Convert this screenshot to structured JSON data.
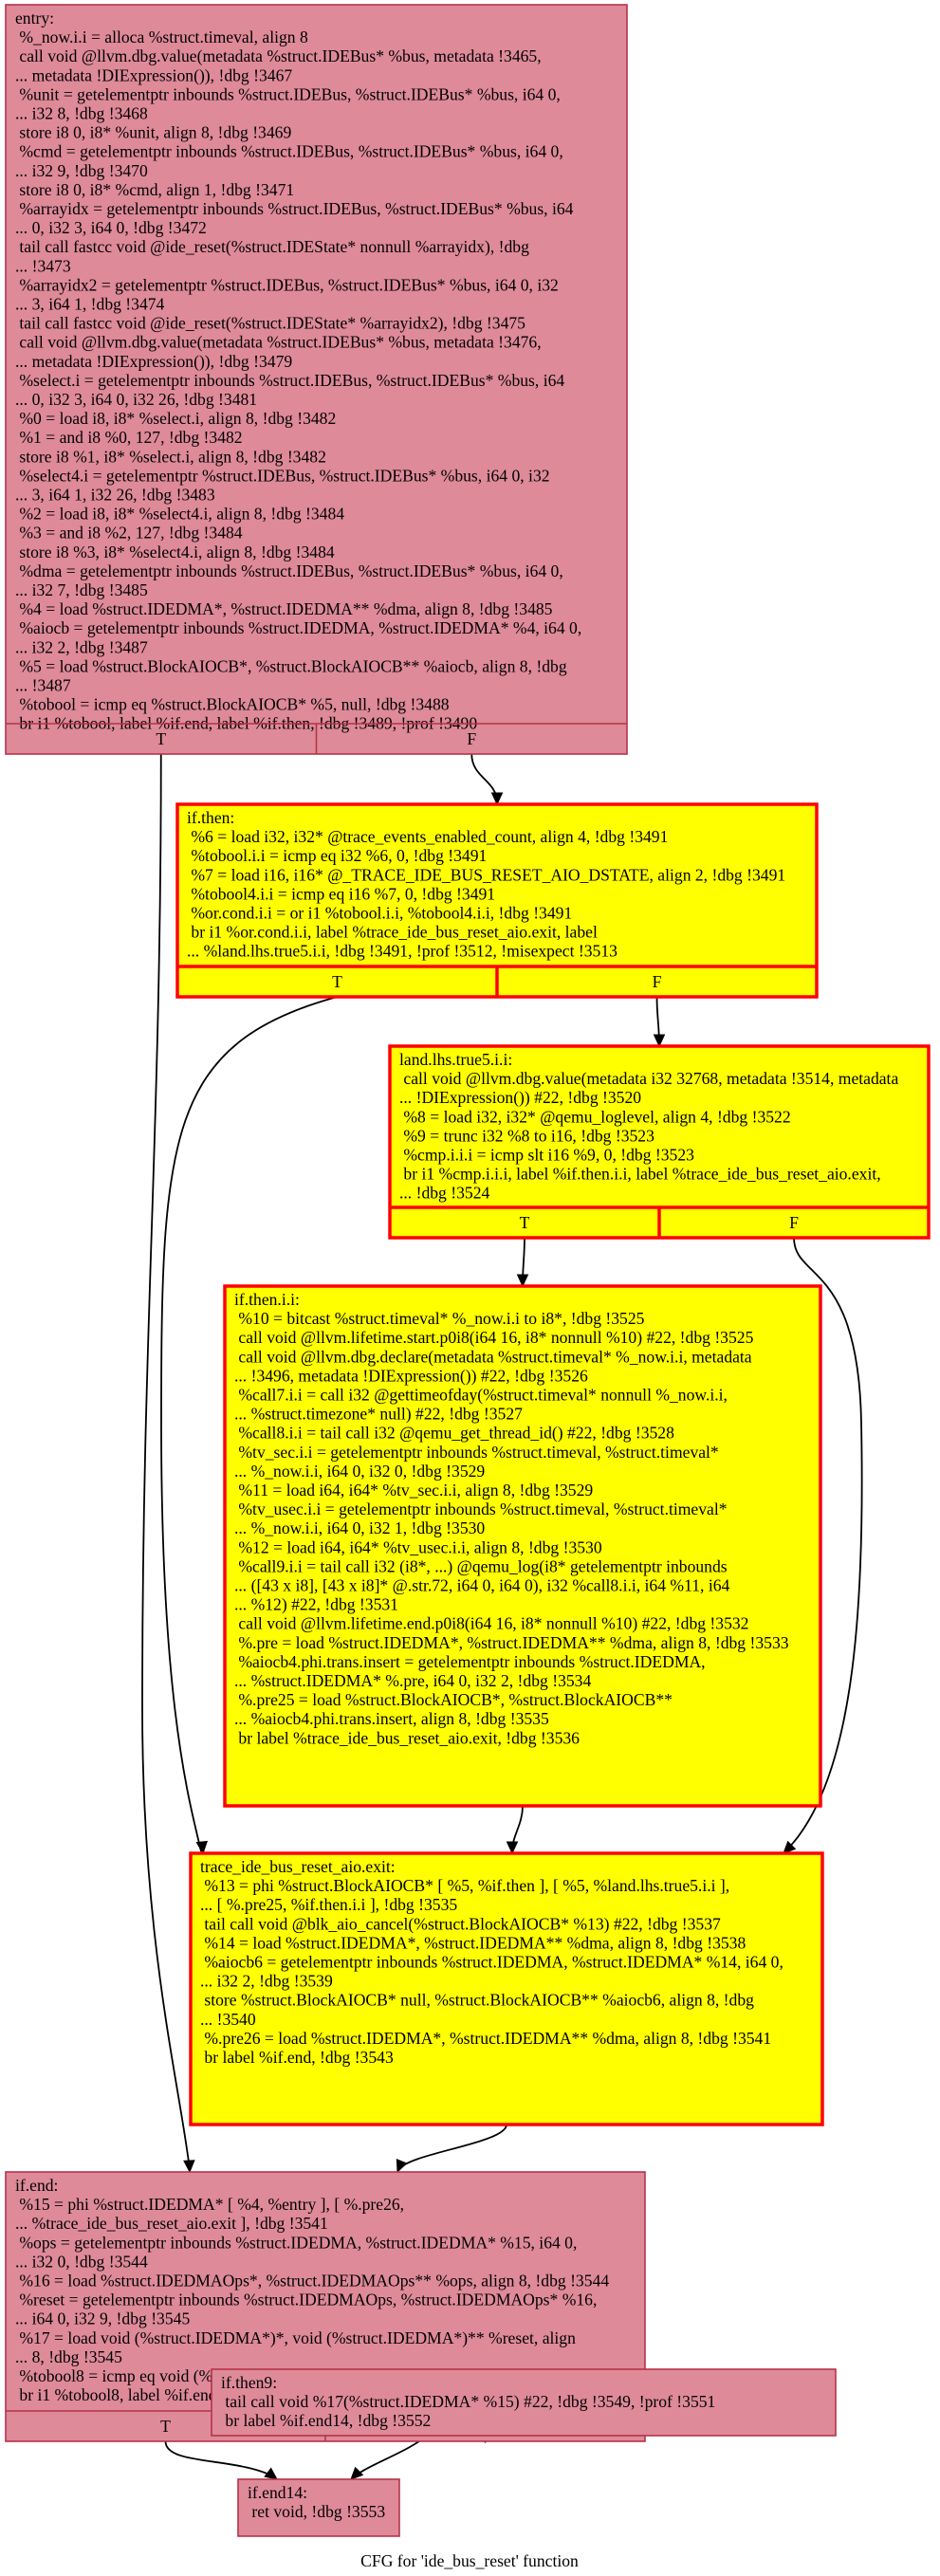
{
  "graph_title": "CFG for 'ide_bus_reset' function",
  "colors": {
    "cold_fill": "#de8a99",
    "cold_stroke": "#b63248",
    "hot_fill": "#ffff00",
    "hot_stroke": "#ff0000",
    "edge": "#000000",
    "text": "#000000"
  },
  "nodes": [
    {
      "id": "entry",
      "style": "cold",
      "branches": [
        "T",
        "F"
      ],
      "lines": [
        "entry:",
        " %_now.i.i = alloca %struct.timeval, align 8",
        " call void @llvm.dbg.value(metadata %struct.IDEBus* %bus, metadata !3465,",
        "... metadata !DIExpression()), !dbg !3467",
        " %unit = getelementptr inbounds %struct.IDEBus, %struct.IDEBus* %bus, i64 0,",
        "... i32 8, !dbg !3468",
        " store i8 0, i8* %unit, align 8, !dbg !3469",
        " %cmd = getelementptr inbounds %struct.IDEBus, %struct.IDEBus* %bus, i64 0,",
        "... i32 9, !dbg !3470",
        " store i8 0, i8* %cmd, align 1, !dbg !3471",
        " %arrayidx = getelementptr inbounds %struct.IDEBus, %struct.IDEBus* %bus, i64",
        "... 0, i32 3, i64 0, !dbg !3472",
        " tail call fastcc void @ide_reset(%struct.IDEState* nonnull %arrayidx), !dbg",
        "... !3473",
        " %arrayidx2 = getelementptr %struct.IDEBus, %struct.IDEBus* %bus, i64 0, i32",
        "... 3, i64 1, !dbg !3474",
        " tail call fastcc void @ide_reset(%struct.IDEState* %arrayidx2), !dbg !3475",
        " call void @llvm.dbg.value(metadata %struct.IDEBus* %bus, metadata !3476,",
        "... metadata !DIExpression()), !dbg !3479",
        " %select.i = getelementptr inbounds %struct.IDEBus, %struct.IDEBus* %bus, i64",
        "... 0, i32 3, i64 0, i32 26, !dbg !3481",
        " %0 = load i8, i8* %select.i, align 8, !dbg !3482",
        " %1 = and i8 %0, 127, !dbg !3482",
        " store i8 %1, i8* %select.i, align 8, !dbg !3482",
        " %select4.i = getelementptr %struct.IDEBus, %struct.IDEBus* %bus, i64 0, i32",
        "... 3, i64 1, i32 26, !dbg !3483",
        " %2 = load i8, i8* %select4.i, align 8, !dbg !3484",
        " %3 = and i8 %2, 127, !dbg !3484",
        " store i8 %3, i8* %select4.i, align 8, !dbg !3484",
        " %dma = getelementptr inbounds %struct.IDEBus, %struct.IDEBus* %bus, i64 0,",
        "... i32 7, !dbg !3485",
        " %4 = load %struct.IDEDMA*, %struct.IDEDMA** %dma, align 8, !dbg !3485",
        " %aiocb = getelementptr inbounds %struct.IDEDMA, %struct.IDEDMA* %4, i64 0,",
        "... i32 2, !dbg !3487",
        " %5 = load %struct.BlockAIOCB*, %struct.BlockAIOCB** %aiocb, align 8, !dbg",
        "... !3487",
        " %tobool = icmp eq %struct.BlockAIOCB* %5, null, !dbg !3488",
        " br i1 %tobool, label %if.end, label %if.then, !dbg !3489, !prof !3490"
      ]
    },
    {
      "id": "if.then",
      "style": "hot",
      "branches": [
        "T",
        "F"
      ],
      "lines": [
        "if.then:",
        " %6 = load i32, i32* @trace_events_enabled_count, align 4, !dbg !3491",
        " %tobool.i.i = icmp eq i32 %6, 0, !dbg !3491",
        " %7 = load i16, i16* @_TRACE_IDE_BUS_RESET_AIO_DSTATE, align 2, !dbg !3491",
        " %tobool4.i.i = icmp eq i16 %7, 0, !dbg !3491",
        " %or.cond.i.i = or i1 %tobool.i.i, %tobool4.i.i, !dbg !3491",
        " br i1 %or.cond.i.i, label %trace_ide_bus_reset_aio.exit, label",
        "... %land.lhs.true5.i.i, !dbg !3491, !prof !3512, !misexpect !3513"
      ]
    },
    {
      "id": "land.lhs.true5.i.i",
      "style": "hot",
      "branches": [
        "T",
        "F"
      ],
      "lines": [
        "land.lhs.true5.i.i:",
        " call void @llvm.dbg.value(metadata i32 32768, metadata !3514, metadata",
        "... !DIExpression()) #22, !dbg !3520",
        " %8 = load i32, i32* @qemu_loglevel, align 4, !dbg !3522",
        " %9 = trunc i32 %8 to i16, !dbg !3523",
        " %cmp.i.i.i = icmp slt i16 %9, 0, !dbg !3523",
        " br i1 %cmp.i.i.i, label %if.then.i.i, label %trace_ide_bus_reset_aio.exit,",
        "... !dbg !3524"
      ]
    },
    {
      "id": "if.then.i.i",
      "style": "hot",
      "branches": [],
      "lines": [
        "if.then.i.i:",
        " %10 = bitcast %struct.timeval* %_now.i.i to i8*, !dbg !3525",
        " call void @llvm.lifetime.start.p0i8(i64 16, i8* nonnull %10) #22, !dbg !3525",
        " call void @llvm.dbg.declare(metadata %struct.timeval* %_now.i.i, metadata",
        "... !3496, metadata !DIExpression()) #22, !dbg !3526",
        " %call7.i.i = call i32 @gettimeofday(%struct.timeval* nonnull %_now.i.i,",
        "... %struct.timezone* null) #22, !dbg !3527",
        " %call8.i.i = tail call i32 @qemu_get_thread_id() #22, !dbg !3528",
        " %tv_sec.i.i = getelementptr inbounds %struct.timeval, %struct.timeval*",
        "... %_now.i.i, i64 0, i32 0, !dbg !3529",
        " %11 = load i64, i64* %tv_sec.i.i, align 8, !dbg !3529",
        " %tv_usec.i.i = getelementptr inbounds %struct.timeval, %struct.timeval*",
        "... %_now.i.i, i64 0, i32 1, !dbg !3530",
        " %12 = load i64, i64* %tv_usec.i.i, align 8, !dbg !3530",
        " %call9.i.i = tail call i32 (i8*, ...) @qemu_log(i8* getelementptr inbounds",
        "... ([43 x i8], [43 x i8]* @.str.72, i64 0, i64 0), i32 %call8.i.i, i64 %11, i64",
        "... %12) #22, !dbg !3531",
        " call void @llvm.lifetime.end.p0i8(i64 16, i8* nonnull %10) #22, !dbg !3532",
        " %.pre = load %struct.IDEDMA*, %struct.IDEDMA** %dma, align 8, !dbg !3533",
        " %aiocb4.phi.trans.insert = getelementptr inbounds %struct.IDEDMA,",
        "... %struct.IDEDMA* %.pre, i64 0, i32 2, !dbg !3534",
        " %.pre25 = load %struct.BlockAIOCB*, %struct.BlockAIOCB**",
        "... %aiocb4.phi.trans.insert, align 8, !dbg !3535",
        " br label %trace_ide_bus_reset_aio.exit, !dbg !3536"
      ]
    },
    {
      "id": "trace_ide_bus_reset_aio.exit",
      "style": "hot",
      "branches": [],
      "lines": [
        "trace_ide_bus_reset_aio.exit:",
        " %13 = phi %struct.BlockAIOCB* [ %5, %if.then ], [ %5, %land.lhs.true5.i.i ],",
        "... [ %.pre25, %if.then.i.i ], !dbg !3535",
        " tail call void @blk_aio_cancel(%struct.BlockAIOCB* %13) #22, !dbg !3537",
        " %14 = load %struct.IDEDMA*, %struct.IDEDMA** %dma, align 8, !dbg !3538",
        " %aiocb6 = getelementptr inbounds %struct.IDEDMA, %struct.IDEDMA* %14, i64 0,",
        "... i32 2, !dbg !3539",
        " store %struct.BlockAIOCB* null, %struct.BlockAIOCB** %aiocb6, align 8, !dbg",
        "... !3540",
        " %.pre26 = load %struct.IDEDMA*, %struct.IDEDMA** %dma, align 8, !dbg !3541",
        " br label %if.end, !dbg !3543"
      ]
    },
    {
      "id": "if.end",
      "style": "cold",
      "branches": [
        "T",
        "F"
      ],
      "lines": [
        "if.end:",
        " %15 = phi %struct.IDEDMA* [ %4, %entry ], [ %.pre26,",
        "... %trace_ide_bus_reset_aio.exit ], !dbg !3541",
        " %ops = getelementptr inbounds %struct.IDEDMA, %struct.IDEDMA* %15, i64 0,",
        "... i32 0, !dbg !3544",
        " %16 = load %struct.IDEDMAOps*, %struct.IDEDMAOps** %ops, align 8, !dbg !3544",
        " %reset = getelementptr inbounds %struct.IDEDMAOps, %struct.IDEDMAOps* %16,",
        "... i64 0, i32 9, !dbg !3545",
        " %17 = load void (%struct.IDEDMA*)*, void (%struct.IDEDMA*)** %reset, align",
        "... 8, !dbg !3545",
        " %tobool8 = icmp eq void (%struct.IDEDMA*)* %17, null, !dbg !3546",
        " br i1 %tobool8, label %if.end14, label %if.then9, !dbg !3547, !prof !3548"
      ]
    },
    {
      "id": "if.then9",
      "style": "cold",
      "branches": [],
      "lines": [
        "if.then9:",
        " tail call void %17(%struct.IDEDMA* %15) #22, !dbg !3549, !prof !3551",
        " br label %if.end14, !dbg !3552"
      ]
    },
    {
      "id": "if.end14",
      "style": "cold",
      "branches": [],
      "lines": [
        "if.end14:",
        " ret void, !dbg !3553"
      ]
    }
  ]
}
